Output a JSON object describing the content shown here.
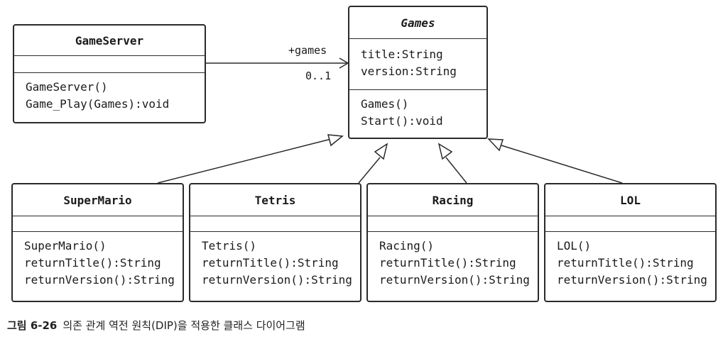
{
  "classes": {
    "gameserver": {
      "name": "GameServer",
      "attributes": [],
      "methods": [
        "GameServer()",
        "Game_Play(Games):void"
      ]
    },
    "games": {
      "name": "Games",
      "attributes": [
        "title:String",
        "version:String"
      ],
      "methods": [
        "Games()",
        "Start():void"
      ]
    },
    "supermario": {
      "name": "SuperMario",
      "methods": [
        "SuperMario()",
        "returnTitle():String",
        "returnVersion():String"
      ]
    },
    "tetris": {
      "name": "Tetris",
      "methods": [
        "Tetris()",
        "returnTitle():String",
        "returnVersion():String"
      ]
    },
    "racing": {
      "name": "Racing",
      "methods": [
        "Racing()",
        "returnTitle():String",
        "returnVersion():String"
      ]
    },
    "lol": {
      "name": "LOL",
      "methods": [
        "LOL()",
        "returnTitle():String",
        "returnVersion():String"
      ]
    }
  },
  "association": {
    "role": "+games",
    "multiplicity": "0..1"
  },
  "caption": {
    "number": "그림 6-26",
    "text": "의존 관계 역전 원칙(DIP)을 적용한 클래스 다이어그램"
  }
}
